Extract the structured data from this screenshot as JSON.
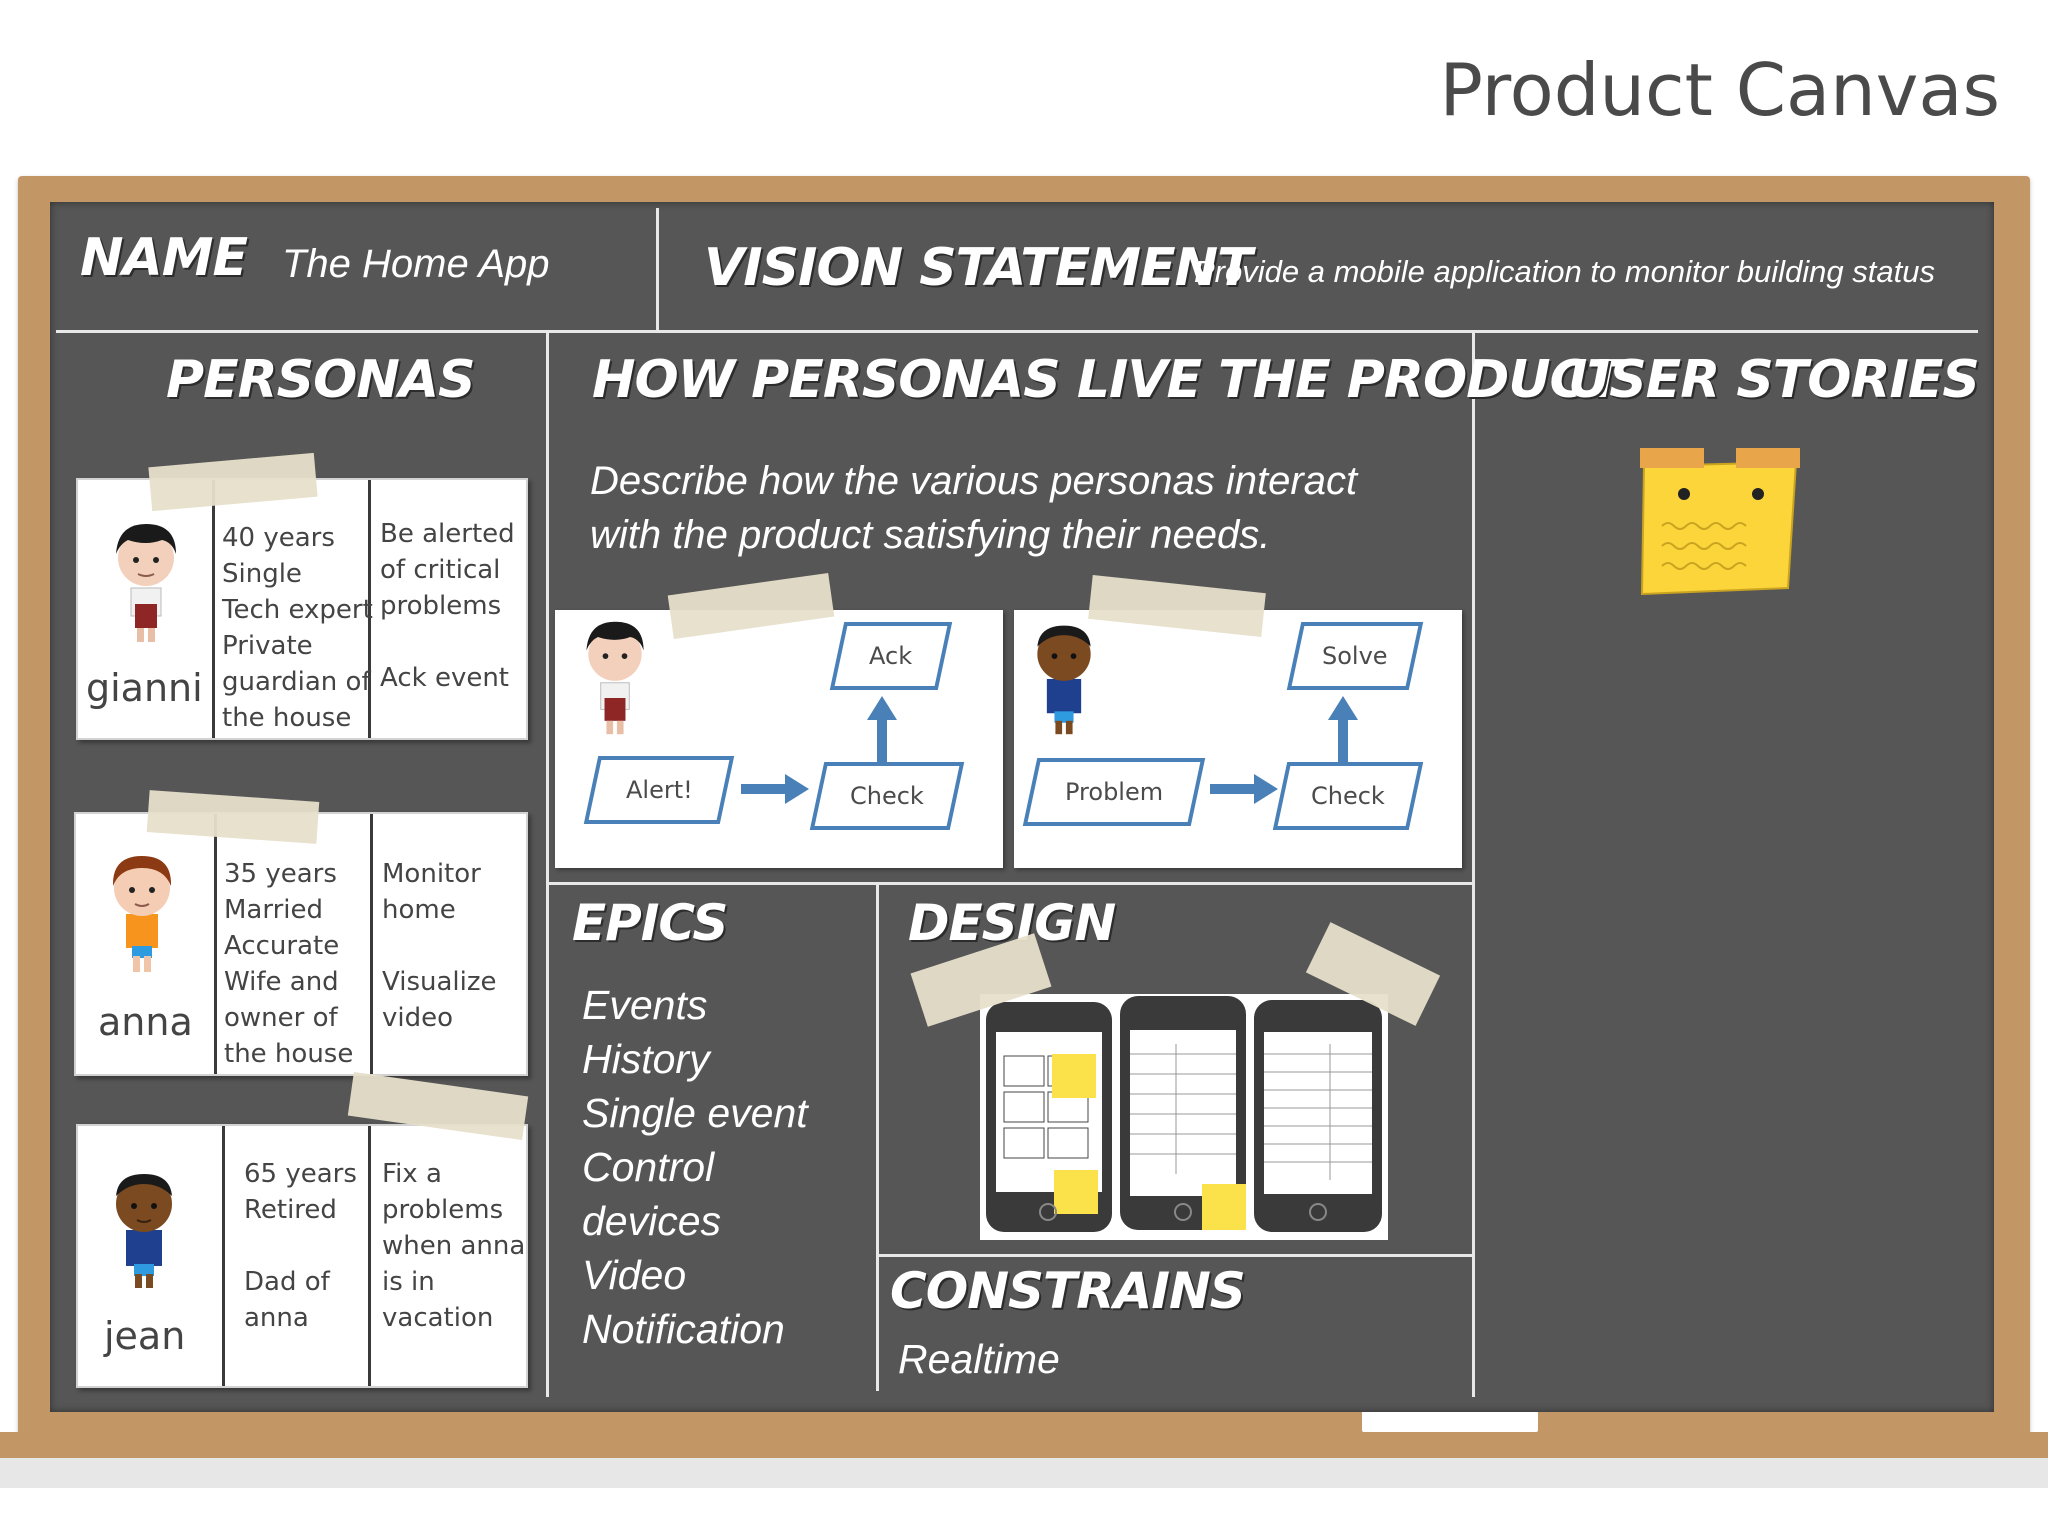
{
  "title": "Product Canvas",
  "name": {
    "heading": "NAME",
    "value": "The Home App"
  },
  "vision": {
    "heading": "VISION STATEMENT",
    "value": "Provide a mobile application to monitor building status"
  },
  "personas": {
    "heading": "PERSONAS",
    "items": [
      {
        "name": "gianni",
        "profile": "40 years\nSingle\nTech expert\nPrivate\nguardian of\nthe house",
        "goals": "Be alerted\nof critical\nproblems\n\nAck event"
      },
      {
        "name": "anna",
        "profile": "35 years\nMarried\nAccurate\nWife and\nowner of\nthe house",
        "goals": "Monitor\nhome\n\nVisualize\nvideo"
      },
      {
        "name": "jean",
        "profile": "65 years\nRetired\n\nDad of\nanna",
        "goals": "Fix a\nproblems\nwhen anna\nis in\nvacation"
      }
    ]
  },
  "how": {
    "heading": "HOW PERSONAS LIVE THE PRODUCT",
    "description_line1": "Describe how the various personas interact",
    "description_line2": "with the product satisfying their needs.",
    "flow1": {
      "start": "Alert!",
      "middle": "Check",
      "end": "Ack"
    },
    "flow2": {
      "start": "Problem",
      "middle": "Check",
      "end": "Solve"
    }
  },
  "user_stories": {
    "heading": "USER STORIES"
  },
  "epics": {
    "heading": "EPICS",
    "items": [
      "Events",
      "History",
      "Single event",
      "Control",
      "devices",
      "Video",
      "Notification"
    ]
  },
  "design": {
    "heading": "DESIGN"
  },
  "constrains": {
    "heading": "CONSTRAINS",
    "value": "Realtime"
  },
  "colors": {
    "board": "#565656",
    "frame": "#c39666",
    "flow_blue": "#4a80b8",
    "sticky": "#fbd53a"
  }
}
